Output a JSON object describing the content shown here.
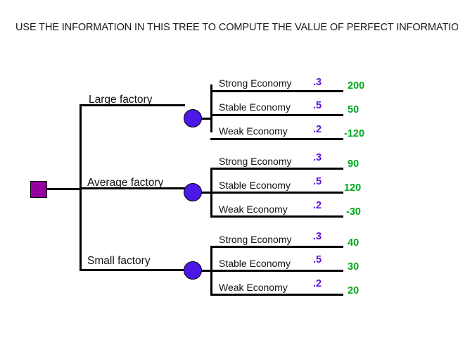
{
  "title": "USE THE INFORMATION IN THIS TREE TO COMPUTE THE VALUE OF PERFECT INFORMATION",
  "colors": {
    "decision_node": "#9400a0",
    "chance_node": "#4b18e8",
    "probability_text": "#5b10d8",
    "payoff_text": "#00a820",
    "line": "#000000",
    "background": "#ffffff"
  },
  "chart_data": {
    "type": "diagram",
    "diagram_type": "decision-tree",
    "title": "USE THE INFORMATION IN THIS TREE TO COMPUTE THE VALUE OF PERFECT INFORMATION",
    "root_node": "decision",
    "states": [
      "Strong Economy",
      "Stable Economy",
      "Weak Economy"
    ],
    "probabilities": [
      ".3",
      ".5",
      ".2"
    ],
    "branches": [
      {
        "alternative": "Large factory",
        "outcomes": [
          {
            "state": "Strong Economy",
            "probability": ".3",
            "payoff": "200"
          },
          {
            "state": "Stable Economy",
            "probability": ".5",
            "payoff": "50"
          },
          {
            "state": "Weak Economy",
            "probability": ".2",
            "payoff": "-120"
          }
        ]
      },
      {
        "alternative": "Average factory",
        "outcomes": [
          {
            "state": "Strong Economy",
            "probability": ".3",
            "payoff": "90"
          },
          {
            "state": "Stable Economy",
            "probability": ".5",
            "payoff": "120"
          },
          {
            "state": "Weak Economy",
            "probability": ".2",
            "payoff": "-30"
          }
        ]
      },
      {
        "alternative": "Small factory",
        "outcomes": [
          {
            "state": "Strong Economy",
            "probability": ".3",
            "payoff": "40"
          },
          {
            "state": "Stable Economy",
            "probability": ".5",
            "payoff": "30"
          },
          {
            "state": "Weak Economy",
            "probability": ".2",
            "payoff": "20"
          }
        ]
      }
    ]
  }
}
